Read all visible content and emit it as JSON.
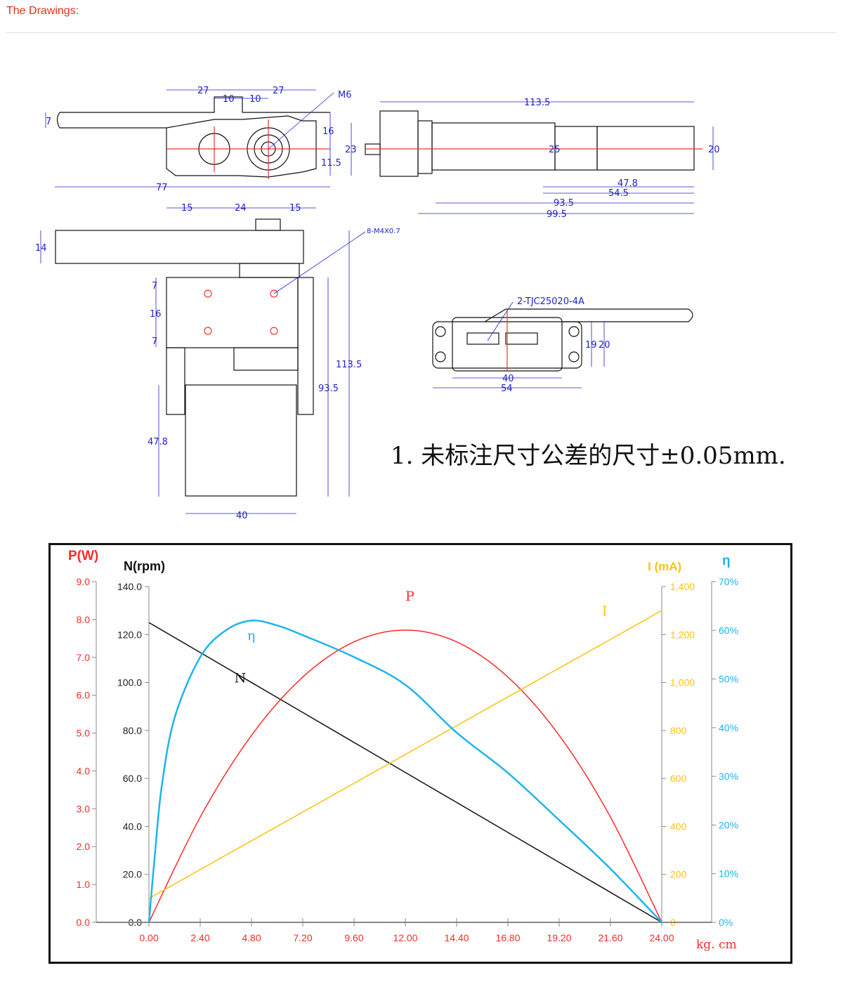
{
  "header": {
    "title": "The Drawings:"
  },
  "drawing": {
    "top_view": {
      "dims": [
        "27",
        "10",
        "10",
        "27",
        "M6",
        "16",
        "11.5",
        "7",
        "77"
      ]
    },
    "side_view": {
      "dims": [
        "113.5",
        "23",
        "25",
        "20",
        "47.8",
        "54.5",
        "93.5",
        "99.5"
      ]
    },
    "front_view": {
      "dims": [
        "15",
        "24",
        "15",
        "8-M4X0.7",
        "14",
        "7",
        "16",
        "7",
        "113.5",
        "93.5",
        "47.8",
        "40"
      ]
    },
    "connector_view": {
      "label": "2-TJC25020-4A",
      "dims": [
        "19",
        "20",
        "40",
        "54"
      ]
    },
    "note": "1. 未标注尺寸公差的尺寸±0.05mm."
  },
  "chart_data": {
    "type": "line",
    "x": [
      0,
      2.4,
      4.8,
      7.2,
      9.6,
      12,
      14.4,
      16.8,
      19.2,
      21.6,
      24
    ],
    "xticks": [
      "0.00",
      "2.40",
      "4.80",
      "7.20",
      "9.60",
      "12.00",
      "14.40",
      "16.80",
      "19.20",
      "21.60",
      "24.00"
    ],
    "xlabel": "kg. cm",
    "xlim": [
      0,
      24
    ],
    "axes": {
      "P": {
        "label": "P(W)",
        "ticks": [
          "9.0",
          "8.0",
          "7.0",
          "6.0",
          "5.0",
          "4.0",
          "3.0",
          "2.0",
          "1.0",
          "0.0"
        ],
        "ylim": [
          0,
          9
        ],
        "color": "#ff2a2a"
      },
      "N": {
        "label": "N(rpm)",
        "ticks": [
          "140.0",
          "120.0",
          "100.0",
          "80.0",
          "60.0",
          "40.0",
          "20.0",
          "0.0"
        ],
        "ylim": [
          0,
          140
        ],
        "color": "#111111"
      },
      "I": {
        "label": "I (mA)",
        "ticks": [
          "1,400",
          "1,200",
          "1,000",
          "800",
          "600",
          "400",
          "200",
          "0"
        ],
        "ylim": [
          0,
          1400
        ],
        "color": "#ffc20e"
      },
      "eta": {
        "label": "η",
        "ticks": [
          "70%",
          "60%",
          "50%",
          "40%",
          "30%",
          "20%",
          "10%",
          "0%"
        ],
        "ylim": [
          0,
          70
        ],
        "color": "#1eb4ee"
      }
    },
    "series": [
      {
        "name": "N",
        "axis": "N",
        "curve_label": "N",
        "values": [
          125,
          112.5,
          100,
          87.5,
          75,
          62.5,
          50,
          37.5,
          25,
          12.5,
          0
        ]
      },
      {
        "name": "P",
        "axis": "P",
        "curve_label": "P",
        "values": [
          0,
          2.78,
          4.94,
          6.48,
          7.41,
          7.72,
          7.41,
          6.48,
          4.94,
          2.78,
          0
        ]
      },
      {
        "name": "I",
        "axis": "I",
        "curve_label": "I",
        "values": [
          100,
          220,
          340,
          460,
          580,
          700,
          820,
          940,
          1060,
          1180,
          1300
        ]
      },
      {
        "name": "η",
        "axis": "eta",
        "curve_label": "η",
        "x": [
          0,
          0.3,
          0.6,
          1.2,
          2.4,
          3.6,
          4.8,
          6,
          7.2,
          9.6,
          12,
          14.4,
          16.8,
          19.2,
          21.6,
          24
        ],
        "values": [
          0,
          15,
          28,
          42,
          54.5,
          60,
          62,
          61,
          59,
          54.5,
          48.8,
          39,
          30.7,
          21,
          11,
          0
        ]
      }
    ]
  }
}
